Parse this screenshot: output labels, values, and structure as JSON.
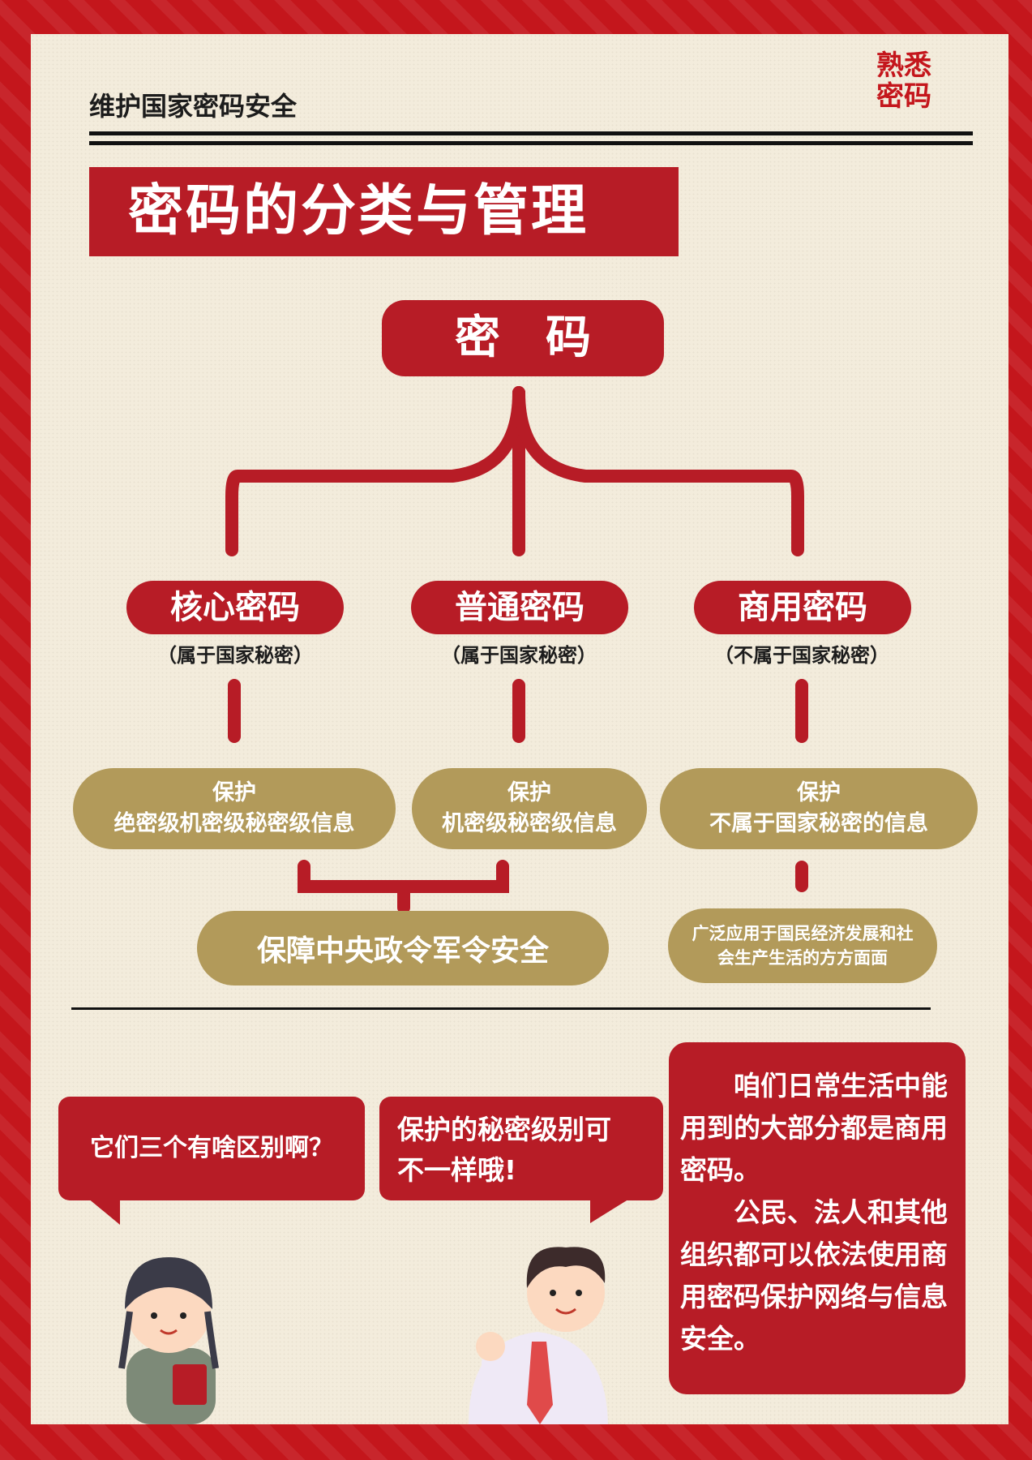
{
  "header": {
    "title": "维护国家密码安全",
    "logo_line1": "熟悉",
    "logo_line2": "密码"
  },
  "main_title": "密码的分类与管理",
  "root": {
    "label": "密　码"
  },
  "categories": [
    {
      "name": "核心密码",
      "note": "（属于国家秘密）",
      "protect_title": "保护",
      "protect_text": "绝密级机密级秘密级信息"
    },
    {
      "name": "普通密码",
      "note": "（属于国家秘密）",
      "protect_title": "保护",
      "protect_text": "机密级秘密级信息"
    },
    {
      "name": "商用密码",
      "note": "（不属于国家秘密）",
      "protect_title": "保护",
      "protect_text": "不属于国家秘密的信息"
    }
  ],
  "results": {
    "left": "保障中央政令军令安全",
    "right_line1": "广泛应用于国民经济发展和社",
    "right_line2": "会生产生活的方方面面"
  },
  "dialog": {
    "question": "它们三个有啥区别啊？",
    "answer_line1": "保护的秘密级别可",
    "answer_line2": "不一样哦!",
    "info_p1": "咱们日常生活中能用到的大部分都是商用密码。",
    "info_p2": "公民、法人和其他组织都可以依法使用商用密码保护网络与信息安全。"
  },
  "colors": {
    "red": "#b71c26",
    "gold": "#b29a5a",
    "paper": "#f3ecdc",
    "frame": "#c4161c"
  }
}
